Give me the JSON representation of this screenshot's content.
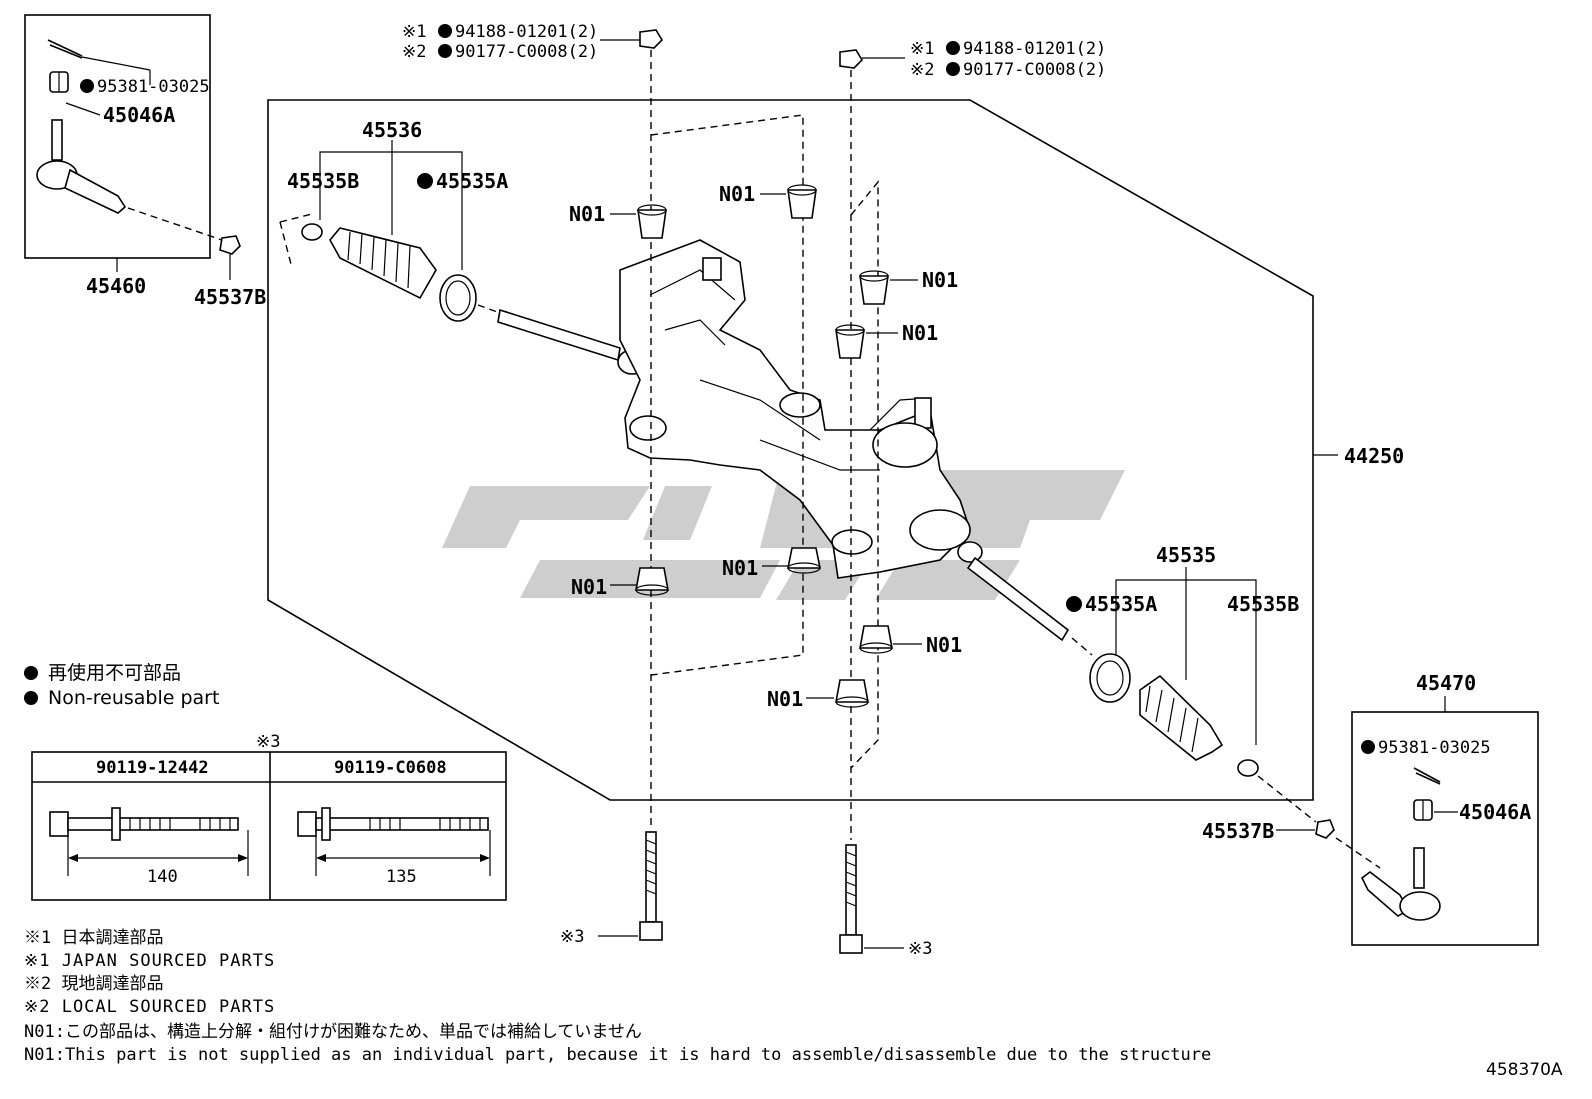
{
  "callouts": {
    "left_rod_group": "45460",
    "right_rod_group": "45470",
    "cotter_pin_left": "95381-03025",
    "cotter_pin_right": "95381-03025",
    "castle_nut_left": "45046A",
    "castle_nut_right": "45046A",
    "lock_nut_left": "45537B",
    "lock_nut_right": "45537B",
    "boot_group_left": "45536",
    "boot_group_right": "45535",
    "clip_left": "45535B",
    "clip_right": "45535B",
    "clamp_left": "45535A",
    "clamp_right": "45535A",
    "gear_assembly": "44250",
    "n01_label": "N01",
    "bolt_ref": "※3"
  },
  "nuts_top_left": {
    "line1_prefix": "※1",
    "line1_part": "94188-01201(2)",
    "line2_prefix": "※2",
    "line2_part": "90177-C0008(2)"
  },
  "nuts_top_right": {
    "line1_prefix": "※1",
    "line1_part": "94188-01201(2)",
    "line2_prefix": "※2",
    "line2_part": "90177-C0008(2)"
  },
  "legend": {
    "non_reusable_jp": "再使用不可部品",
    "non_reusable_en": "Non-reusable part"
  },
  "bolt_table": {
    "ref": "※3",
    "bolt_a_part": "90119-12442",
    "bolt_a_length": "140",
    "bolt_b_part": "90119-C0608",
    "bolt_b_length": "135"
  },
  "notes": [
    "※1 日本調達部品",
    "※1 JAPAN SOURCED PARTS",
    "※2 現地調達部品",
    "※2 LOCAL SOURCED PARTS",
    "N01:この部品は、構造上分解・組付けが困難なため、単品では補給していません",
    "N01:This part is not supplied as an individual part, because it is hard to assemble/disassemble due to the structure"
  ],
  "figure_id": "458370A"
}
